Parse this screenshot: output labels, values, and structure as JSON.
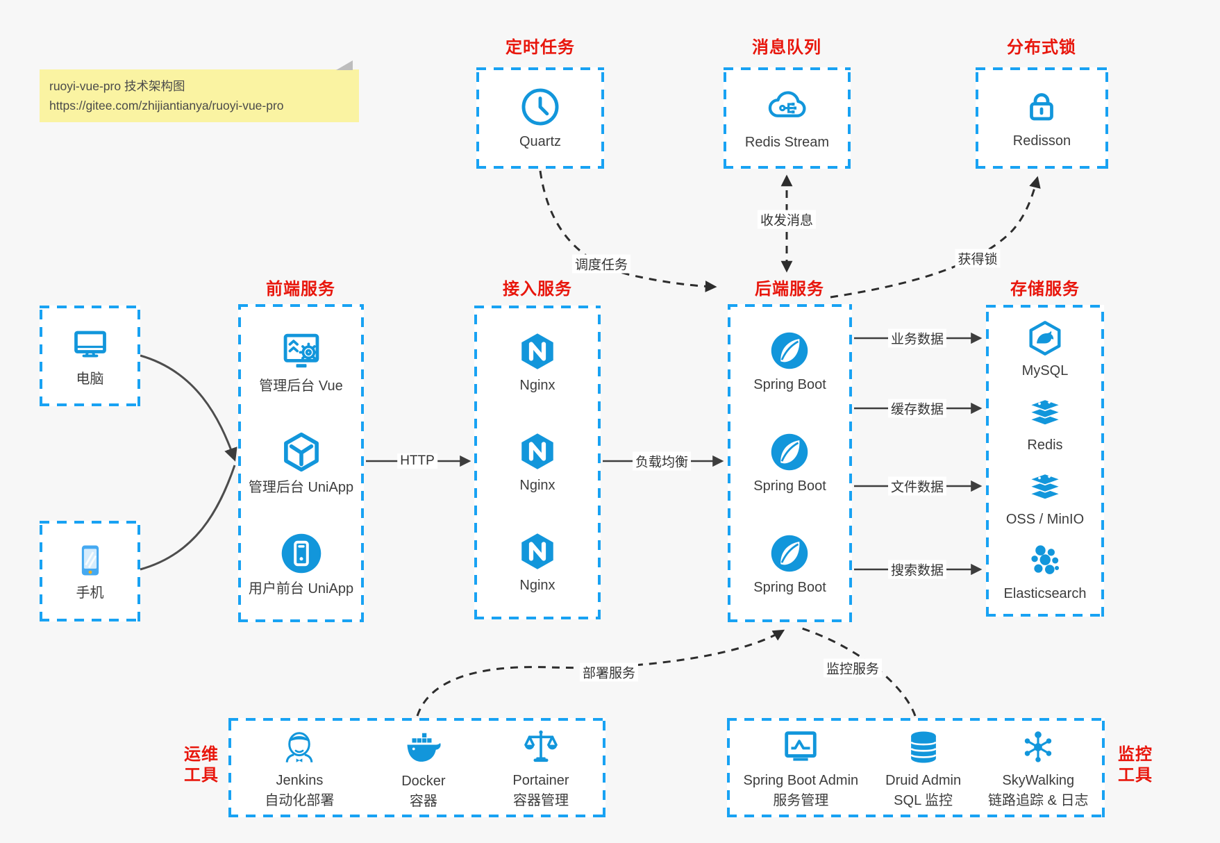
{
  "note": {
    "line1": "ruoyi-vue-pro 技术架构图",
    "line2": "https://gitee.com/zhijiantianya/ruoyi-vue-pro"
  },
  "colors": {
    "icon_blue": "#1296db",
    "border_blue": "#18a2f3",
    "title_red": "#e8160c",
    "note_yellow": "#faf3a2",
    "arrow_gray": "#3d3d3d"
  },
  "sections": {
    "scheduler": {
      "title": "定时任务",
      "items": [
        {
          "label": "Quartz",
          "icon": "clock-icon"
        }
      ]
    },
    "mq": {
      "title": "消息队列",
      "items": [
        {
          "label": "Redis Stream",
          "icon": "cloud-stream-icon"
        }
      ]
    },
    "lock": {
      "title": "分布式锁",
      "items": [
        {
          "label": "Redisson",
          "icon": "lock-icon"
        }
      ]
    },
    "clients": {
      "items": [
        {
          "label": "电脑",
          "icon": "desktop-icon"
        },
        {
          "label": "手机",
          "icon": "mobile-phone-icon"
        }
      ]
    },
    "frontend": {
      "title": "前端服务",
      "items": [
        {
          "label": "管理后台 Vue",
          "icon": "admin-vue-icon"
        },
        {
          "label": "管理后台 UniApp",
          "icon": "uniapp-cube-icon"
        },
        {
          "label": "用户前台 UniApp",
          "icon": "user-app-icon"
        }
      ]
    },
    "gateway": {
      "title": "接入服务",
      "items": [
        {
          "label": "Nginx",
          "icon": "nginx-icon"
        },
        {
          "label": "Nginx",
          "icon": "nginx-icon"
        },
        {
          "label": "Nginx",
          "icon": "nginx-icon"
        }
      ]
    },
    "backend": {
      "title": "后端服务",
      "items": [
        {
          "label": "Spring Boot",
          "icon": "spring-icon"
        },
        {
          "label": "Spring Boot",
          "icon": "spring-icon"
        },
        {
          "label": "Spring Boot",
          "icon": "spring-icon"
        }
      ]
    },
    "storage": {
      "title": "存储服务",
      "items": [
        {
          "label": "MySQL",
          "icon": "mysql-icon"
        },
        {
          "label": "Redis",
          "icon": "redis-icon"
        },
        {
          "label": "OSS / MinIO",
          "icon": "oss-icon"
        },
        {
          "label": "Elasticsearch",
          "icon": "elasticsearch-icon"
        }
      ]
    },
    "devops": {
      "title_line1": "运维",
      "title_line2": "工具",
      "items": [
        {
          "label": "Jenkins",
          "sublabel": "自动化部署",
          "icon": "jenkins-icon"
        },
        {
          "label": "Docker",
          "sublabel": "容器",
          "icon": "docker-icon"
        },
        {
          "label": "Portainer",
          "sublabel": "容器管理",
          "icon": "portainer-icon"
        }
      ]
    },
    "monitoring": {
      "title_line1": "监控",
      "title_line2": "工具",
      "items": [
        {
          "label": "Spring Boot Admin",
          "sublabel": "服务管理",
          "icon": "spring-boot-admin-icon"
        },
        {
          "label": "Druid Admin",
          "sublabel": "SQL 监控",
          "icon": "druid-icon"
        },
        {
          "label": "SkyWalking",
          "sublabel": "链路追踪 & 日志",
          "icon": "skywalking-icon"
        }
      ]
    }
  },
  "edges": {
    "http": "HTTP",
    "load_balance": "负载均衡",
    "dispatch_job": "调度任务",
    "send_receive_msg": "收发消息",
    "acquire_lock": "获得锁",
    "business_data": "业务数据",
    "cache_data": "缓存数据",
    "file_data": "文件数据",
    "search_data": "搜索数据",
    "deploy_service": "部署服务",
    "monitor_service": "监控服务"
  }
}
